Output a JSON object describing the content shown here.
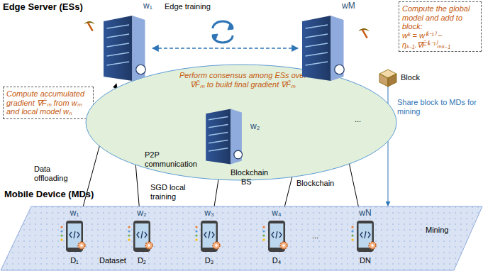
{
  "diagram": {
    "nodes": [
      {
        "text": [
          "Compute accumulated gradient ∇F̄ₘ from wₘ and local model wₙ"
        ]
      },
      {
        "text": [
          "w₁"
        ]
      },
      {
        "text": [
          "Perform consensus among ESs over ∇F̄ₘ to build final gradient ∇F̄ₘ"
        ]
      },
      {
        "text": [
          "wM"
        ]
      },
      {
        "text": [
          "Compute the global model and add to block:",
          "wᵏ = w⁽ᵏ⁻¹⁾ − ηₖ₋₁.∇F̄⁽ᵏ⁻¹⁾ₘₖ₋₁"
        ]
      },
      {
        "text": [
          "Block"
        ]
      },
      {
        "text": [
          "w₂"
        ]
      },
      {
        "text": [
          "Mobile Device (MDs)"
        ]
      },
      {
        "text": [
          "w₁",
          "D₁"
        ],
        "in": 7
      },
      {
        "text": [
          "w₂",
          "D₂"
        ],
        "in": 7
      },
      {
        "text": [
          "w₃",
          "D₃"
        ],
        "in": 7
      },
      {
        "text": [
          "w₄",
          "D₄"
        ],
        "in": 7
      },
      {
        "text": [
          "wN",
          "DN"
        ],
        "in": 7
      }
    ],
    "edges": [
      {
        "from": 8,
        "to": 1,
        "arrow": "to",
        "label": "Data offloading"
      },
      {
        "from": 9,
        "to": 1,
        "arrow": "to"
      },
      {
        "from": 10,
        "to": 6,
        "arrow": "to",
        "label": "SGD local training"
      },
      {
        "from": 11,
        "to": 3,
        "arrow": "to",
        "label": "Blockchain"
      },
      {
        "from": 12,
        "to": 3,
        "arrow": "to"
      },
      {
        "from": 1,
        "to": 3,
        "arrow": "both"
      },
      {
        "from": 1,
        "to": 6,
        "arrow": "both",
        "label": "P2P communication"
      },
      {
        "from": 6,
        "to": 3,
        "arrow": "both"
      },
      {
        "from": 5,
        "to": 7,
        "arrow": "to",
        "label": "Share block to MDs for mining"
      }
    ],
    "labels": [
      "Edge Server (ESs)",
      "Edge training",
      "Blockchain",
      "BS",
      "...",
      "Dataset",
      "...",
      "Mining"
    ]
  }
}
